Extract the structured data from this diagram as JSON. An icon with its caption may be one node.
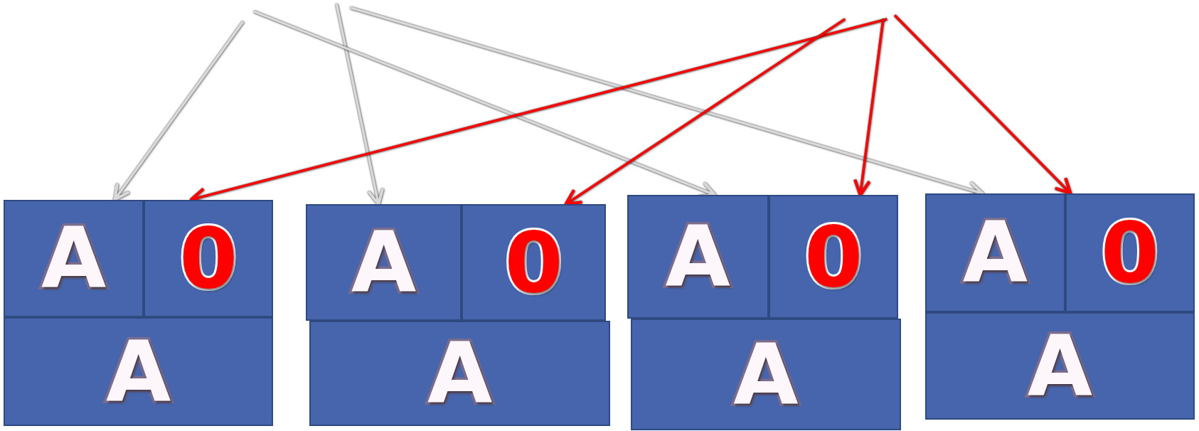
{
  "diagram": {
    "nodes": [
      {
        "text": [
          "A"
        ]
      },
      {
        "text": [
          "0"
        ]
      },
      {
        "text": [
          "A"
        ]
      },
      {
        "text": [
          "A"
        ]
      },
      {
        "text": [
          "0"
        ]
      },
      {
        "text": [
          "A"
        ]
      },
      {
        "text": [
          "A"
        ]
      },
      {
        "text": [
          "0"
        ]
      },
      {
        "text": [
          "A"
        ]
      },
      {
        "text": [
          "A"
        ]
      },
      {
        "text": [
          "0"
        ]
      },
      {
        "text": [
          "A"
        ]
      }
    ],
    "edges": [
      {
        "from": null,
        "to": 0,
        "arrow": "to",
        "color": "#d9d9d9"
      },
      {
        "from": null,
        "to": 3,
        "arrow": "to",
        "color": "#d9d9d9"
      },
      {
        "from": null,
        "to": 6,
        "arrow": "to",
        "color": "#d9d9d9"
      },
      {
        "from": null,
        "to": 9,
        "arrow": "to",
        "color": "#d9d9d9"
      },
      {
        "from": null,
        "to": 1,
        "arrow": "to",
        "color": "#ff0000"
      },
      {
        "from": null,
        "to": 4,
        "arrow": "to",
        "color": "#ff0000"
      },
      {
        "from": null,
        "to": 7,
        "arrow": "to",
        "color": "#ff0000"
      },
      {
        "from": null,
        "to": 10,
        "arrow": "to",
        "color": "#ff0000"
      }
    ]
  }
}
